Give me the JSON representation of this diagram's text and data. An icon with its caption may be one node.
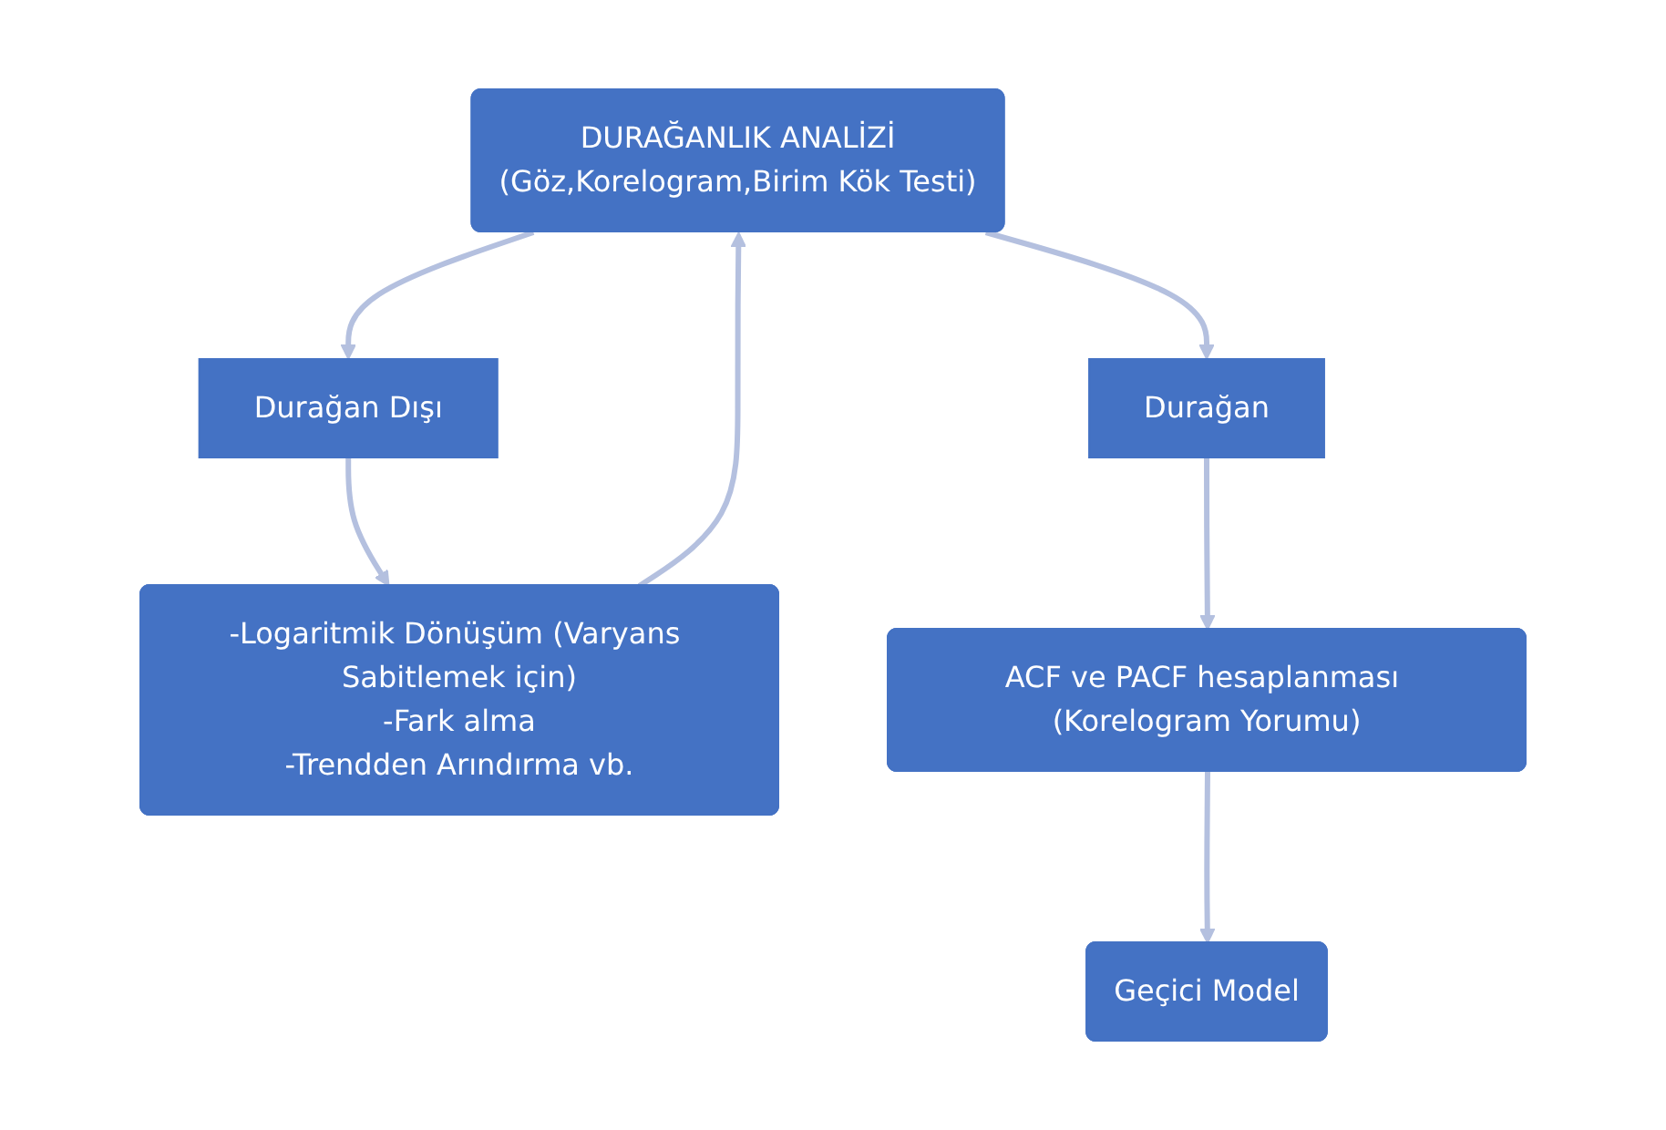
{
  "diagram": {
    "nodes": [
      {
        "text": [
          "DURAĞANLIK ANALİZİ",
          "(Göz,Korelogram,Birim Kök Testi)"
        ]
      },
      {
        "text": [
          "Durağan Dışı"
        ]
      },
      {
        "text": [
          "Durağan"
        ]
      },
      {
        "text": [
          "-Logaritmik Dönüşüm (Varyans Sabitlemek için)",
          "-Fark alma",
          "-Trendden Arındırma vb."
        ]
      },
      {
        "text": [
          "ACF ve PACF hesaplanması (Korelogram Yorumu)"
        ]
      },
      {
        "text": [
          "Geçici Model"
        ]
      }
    ],
    "edges": [
      {
        "from": 0,
        "to": 1,
        "arrow": "to"
      },
      {
        "from": 0,
        "to": 2,
        "arrow": "to"
      },
      {
        "from": 1,
        "to": 3,
        "arrow": "to"
      },
      {
        "from": 3,
        "to": 0,
        "arrow": "to"
      },
      {
        "from": 2,
        "to": 4,
        "arrow": "to"
      },
      {
        "from": 4,
        "to": 5,
        "arrow": "to"
      }
    ]
  }
}
